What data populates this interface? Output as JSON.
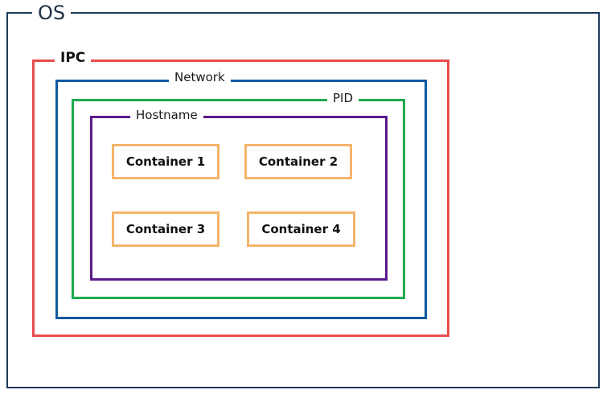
{
  "os": {
    "label": "OS",
    "color": "#1f3a5a"
  },
  "ipc": {
    "label": "IPC",
    "color": "#e84c4c"
  },
  "network": {
    "label": "Network",
    "color": "#0f5aa0"
  },
  "pid": {
    "label": "PID",
    "color": "#1faa4a"
  },
  "hostname": {
    "label": "Hostname",
    "color": "#5a1a8a"
  },
  "containers": [
    {
      "label": "Container 1"
    },
    {
      "label": "Container 2"
    },
    {
      "label": "Container 3"
    },
    {
      "label": "Container 4"
    }
  ],
  "container_border_color": "#f5b46a"
}
